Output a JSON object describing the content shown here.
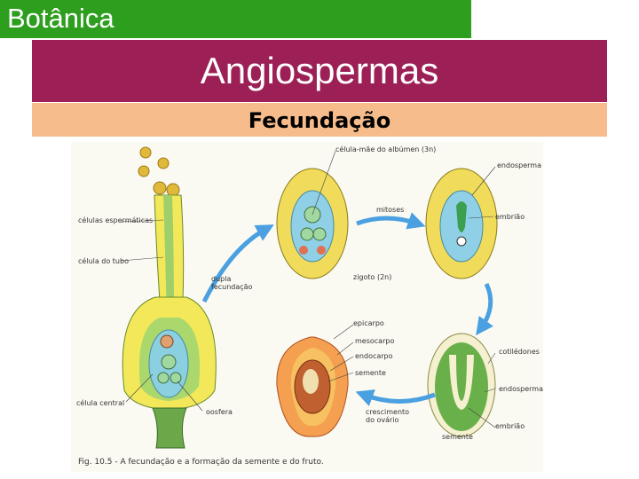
{
  "header": {
    "subject": "Botânica"
  },
  "slide": {
    "title": "Angiospermas",
    "subtitle": "Fecundação"
  },
  "figure": {
    "labels": {
      "celulas_espermaticas": "células espermáticas",
      "celula_do_tubo": "célula do tubo",
      "dupla_fecundacao": "dupla fecundação",
      "celula_central": "célula central",
      "oosfera": "oosfera",
      "celula_mae_albumen": "célula-mãe do albúmen (3n)",
      "mitoses": "mitoses",
      "zigoto": "zigoto (2n)",
      "endosperma_1": "endosperma",
      "embriao_1": "embrião",
      "epicarpo": "epicarpo",
      "mesocarpo": "mesocarpo",
      "endocarpo": "endocarpo",
      "semente_1": "semente",
      "crescimento_ovario": "crescimento do ovário",
      "cotiledones": "cotilédones",
      "endosperma_2": "endosperma",
      "embriao_2": "embrião",
      "semente_2": "semente"
    },
    "caption": "Fig. 10.5 - A fecundação e a formação da semente e do fruto."
  }
}
